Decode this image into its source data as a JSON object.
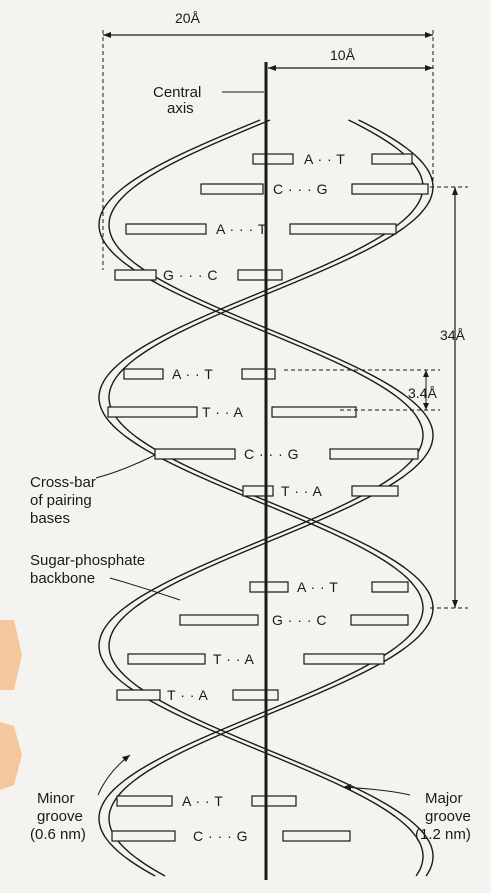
{
  "dimensions": {
    "width_label": "20Å",
    "radius_label": "10Å",
    "pitch_label": "34Å",
    "rise_label": "3.4Å"
  },
  "labels": {
    "central_axis": [
      "Central",
      "axis"
    ],
    "cross_bar": [
      "Cross-bar",
      "of pairing",
      "bases"
    ],
    "backbone": [
      "Sugar-phosphate",
      "backbone"
    ],
    "minor_groove": [
      "Minor",
      "groove",
      "(0.6 nm)"
    ],
    "major_groove": [
      "Major",
      "groove",
      "(1.2 nm)"
    ]
  },
  "base_pairs": [
    {
      "text": "A · · T"
    },
    {
      "text": "C · · · G"
    },
    {
      "text": "A · · · T"
    },
    {
      "text": "G · · · C"
    },
    {
      "text": "A · · T"
    },
    {
      "text": "T · · A"
    },
    {
      "text": "C · · · G"
    },
    {
      "text": "T · · A"
    },
    {
      "text": "A · · T"
    },
    {
      "text": "G · · · C"
    },
    {
      "text": "T · · A"
    },
    {
      "text": "T · · A"
    },
    {
      "text": "A · · T"
    },
    {
      "text": "C · · · G"
    }
  ],
  "colors": {
    "ink": "#1a1a1a",
    "paper": "#f4f3f0",
    "accent_shapes": "#f6c79c"
  }
}
